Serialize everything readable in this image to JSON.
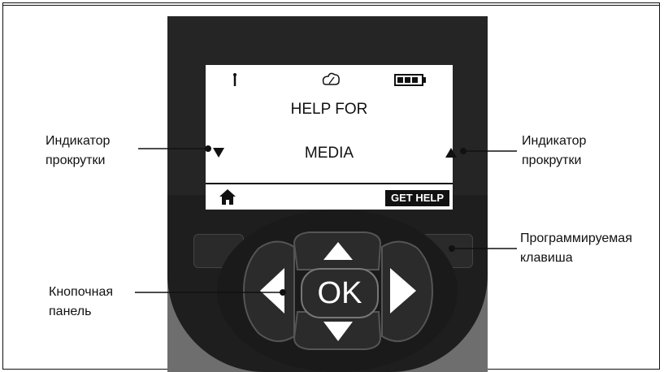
{
  "screen": {
    "title_line": "HELP FOR",
    "item_line": "MEDIA",
    "softkey_right_label": "GET HELP",
    "softkey_left_icon": "home-icon",
    "status_icons": [
      "antenna-icon",
      "cloud-icon",
      "battery-icon"
    ]
  },
  "callouts": {
    "scroll_left": {
      "line1": "Индикатор",
      "line2": "прокрутки"
    },
    "scroll_right": {
      "line1": "Индикатор",
      "line2": "прокрутки"
    },
    "softkey": {
      "line1": "Программируемая",
      "line2": "клавиша"
    },
    "keypad": {
      "line1": "Кнопочная",
      "line2": "панель"
    }
  },
  "keypad": {
    "ok_label": "OK",
    "arrow_icons": [
      "arrow-up-icon",
      "arrow-down-icon",
      "arrow-left-icon",
      "arrow-right-icon"
    ]
  },
  "colors": {
    "device_body": "#252525",
    "device_lower": "#6e6e6e",
    "screen_bg": "#ffffff",
    "button_border": "#555555"
  }
}
